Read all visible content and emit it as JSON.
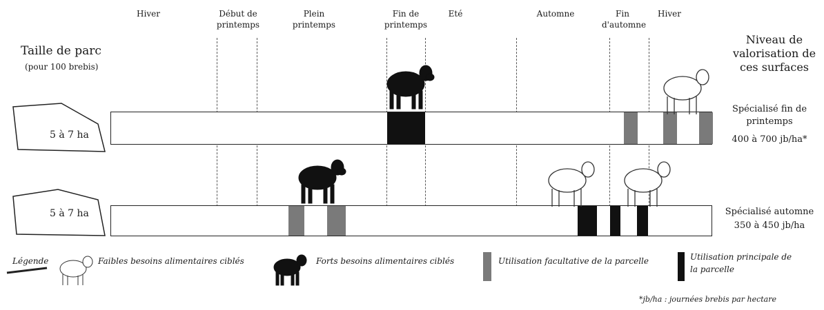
{
  "seasons": [
    "Hiver",
    "Début de printemps",
    "Plein printemps",
    "Fin de printemps",
    "Eté",
    "Automne",
    "Fin d'automne",
    "Hiver"
  ],
  "park_size_title": "Taille de parc",
  "park_size_sub": "(pour 100 brebis)",
  "valuation_title": "Niveau de valorisation de ces surfaces",
  "rows": [
    {
      "area": "5 à 7 ha",
      "label_main": "Spécialisé fin de printemps",
      "label_value": "400 à 700 jb/ha*"
    },
    {
      "area": "5 à 7 ha",
      "label_main": "Spécialisé automne",
      "label_value": "350 à 450 jb/ha"
    }
  ],
  "legend": {
    "title": "Légende",
    "weak": "Faibles besoins alimentaires ciblés",
    "strong": "Forts besoins alimentaires ciblés",
    "optional": "Utilisation facultative de la parcelle",
    "main_use": "Utilisation principale de la parcelle"
  },
  "footnote": "*jb/ha : journées brebis par hectare",
  "colors": {
    "main": "#111111",
    "optional": "#7a7a7a",
    "border": "#222222"
  }
}
